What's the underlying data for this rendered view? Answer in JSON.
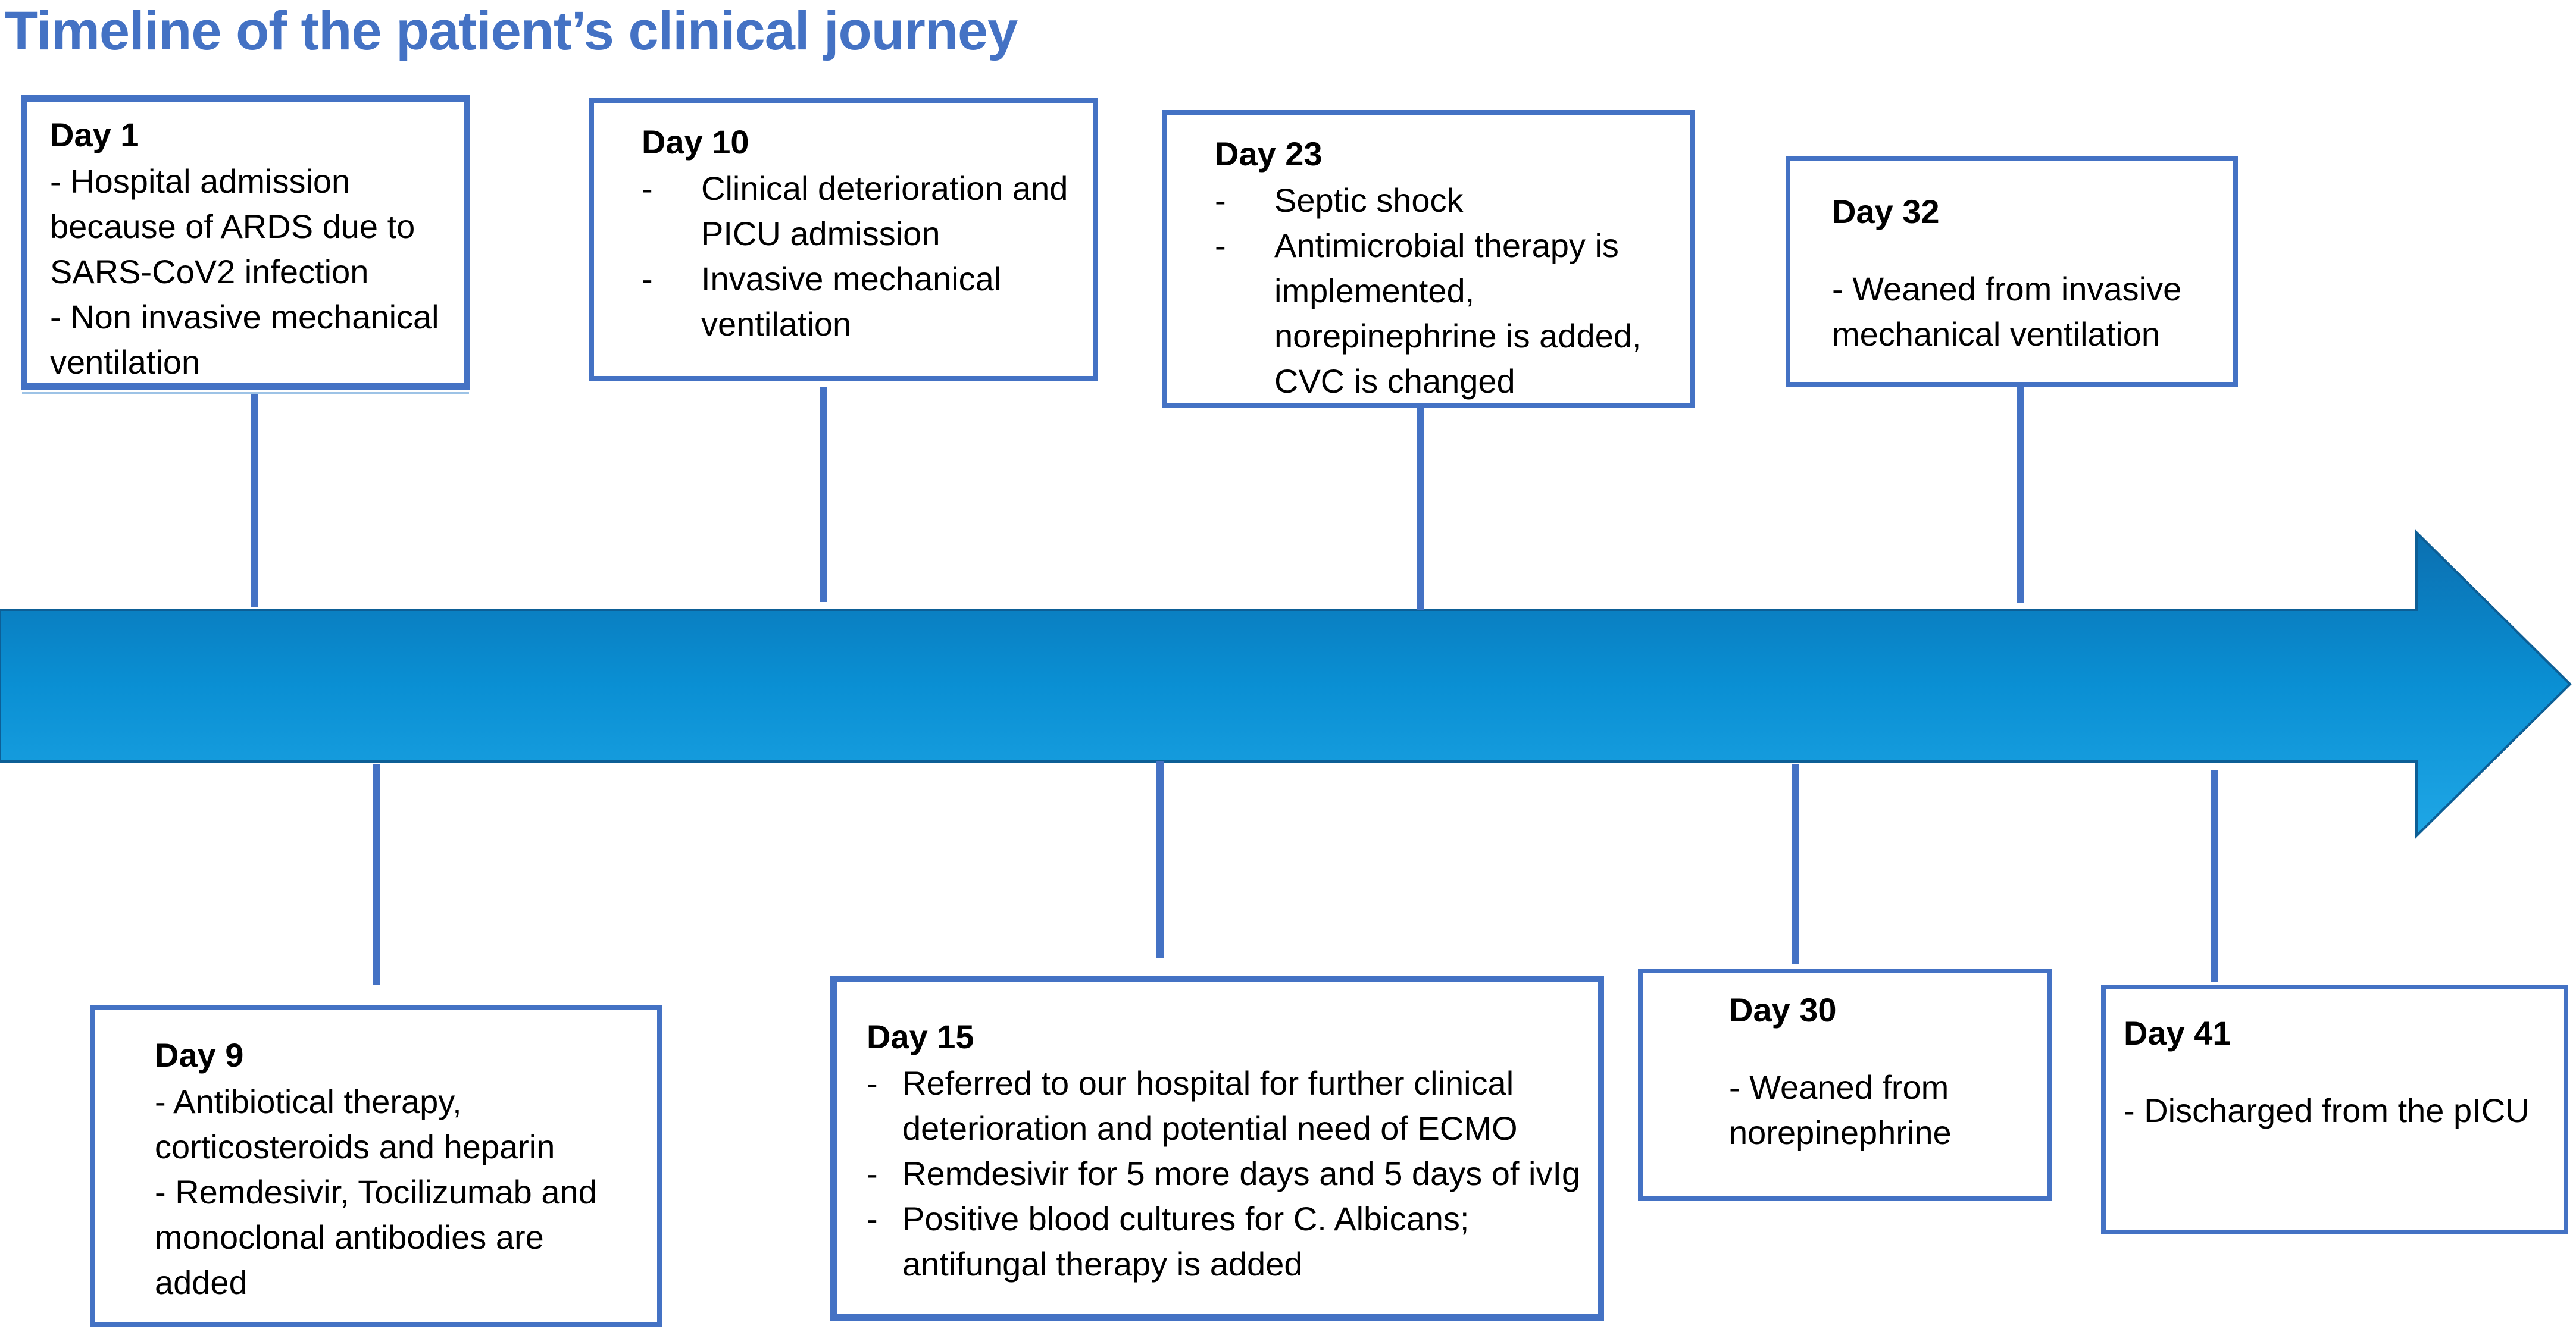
{
  "title": "Timeline of the patient’s clinical journey",
  "colors": {
    "title": "#4472C4",
    "box_border": "#4472C4",
    "arrow_top": "#0b7cc0",
    "arrow_bottom": "#1fa7e6"
  },
  "events": {
    "day1": {
      "day": "Day 1",
      "lines": [
        "- Hospital admission because of  ARDS due to SARS-CoV2 infection",
        "- Non invasive mechanical ventilation"
      ]
    },
    "day9": {
      "day": "Day 9",
      "lines": [
        "- Antibiotical therapy, corticosteroids and heparin",
        "- Remdesivir, Tocilizumab and monoclonal antibodies are added"
      ]
    },
    "day10": {
      "day": "Day 10",
      "dash": "-",
      "items": [
        "Clinical deterioration and PICU admission",
        "Invasive mechanical ventilation"
      ]
    },
    "day15": {
      "day": "Day 15",
      "dash": "-",
      "items": [
        "Referred to our hospital for further clinical deterioration and potential need of ECMO",
        "Remdesivir for 5 more days and 5 days of ivIg",
        "Positive blood cultures for C. Albicans; antifungal therapy is added"
      ]
    },
    "day23": {
      "day": "Day 23",
      "dash": "-",
      "items": [
        "Septic shock",
        "Antimicrobial therapy is implemented, norepinephrine is added, CVC is changed"
      ]
    },
    "day30": {
      "day": "Day 30",
      "lines": [
        "- Weaned from norepinephrine"
      ]
    },
    "day32": {
      "day": "Day 32",
      "lines": [
        "- Weaned from invasive mechanical ventilation"
      ]
    },
    "day41": {
      "day": "Day 41",
      "lines": [
        "- Discharged from the pICU"
      ]
    }
  }
}
